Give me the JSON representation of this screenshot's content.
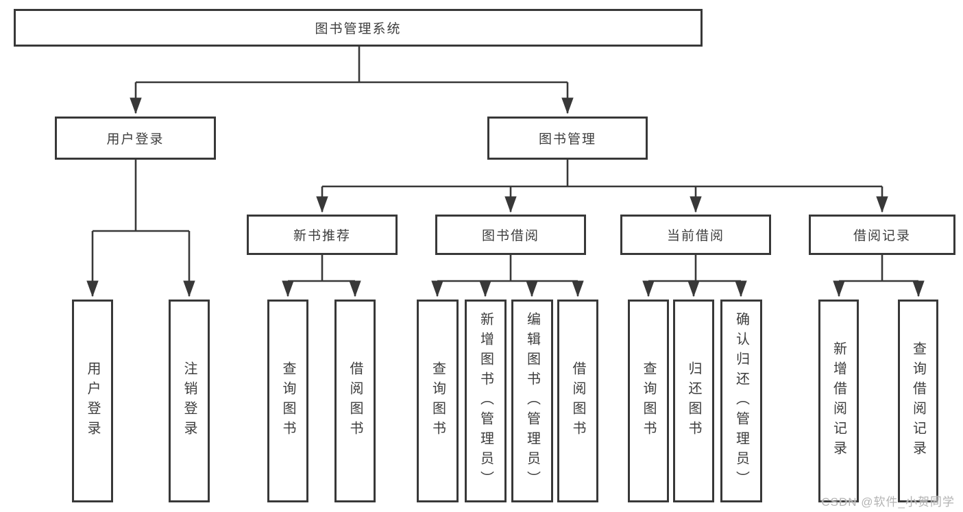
{
  "diagram": {
    "root": {
      "label": "图书管理系统"
    },
    "level2": [
      {
        "id": "user-login",
        "label": "用户登录"
      },
      {
        "id": "book-management",
        "label": "图书管理"
      }
    ],
    "level3": [
      {
        "id": "new-book-recommend",
        "label": "新书推荐"
      },
      {
        "id": "book-borrow",
        "label": "图书借阅"
      },
      {
        "id": "current-borrow",
        "label": "当前借阅"
      },
      {
        "id": "borrow-records",
        "label": "借阅记录"
      }
    ],
    "leaves": {
      "user_login": [
        "用户登录",
        "注销登录"
      ],
      "new_book": [
        "查询图书",
        "借阅图书"
      ],
      "book_borrow": [
        "查询图书",
        "新增图书（管理员）",
        "编辑图书（管理员）",
        "借阅图书"
      ],
      "current_borrow": [
        "查询图书",
        "归还图书",
        "确认归还（管理员）"
      ],
      "borrow_record": [
        "新增借阅记录",
        "查询借阅记录"
      ]
    },
    "watermark": "CSDN @软件_小贺同学"
  },
  "colors": {
    "line": "#383838",
    "box_border": "#383838",
    "text": "#3d3d3d",
    "watermark": "#b3b3b3",
    "background": "#ffffff"
  }
}
